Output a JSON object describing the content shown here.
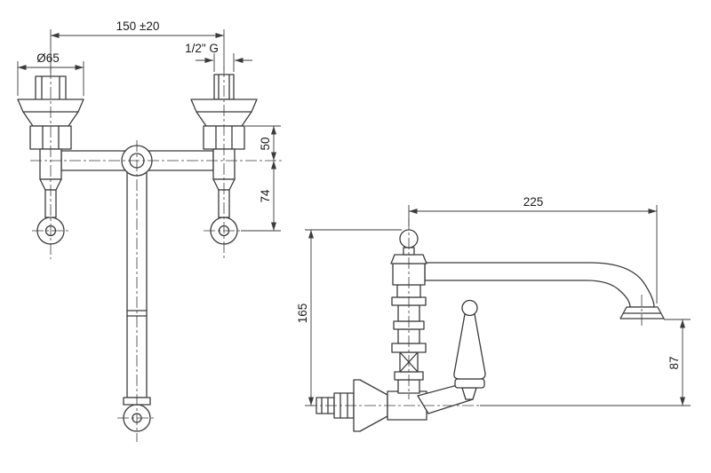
{
  "drawing": {
    "line_color": "#3b3b3b",
    "background_color": "#ffffff",
    "dims": {
      "hole_spacing": "150 ±20",
      "flange_diameter": "Ø65",
      "thread_size": "1/2\" G",
      "flange_to_axis": "50",
      "axis_to_elbow": "74",
      "spout_reach": "225",
      "overall_height": "165",
      "outlet_to_axis": "87"
    }
  }
}
